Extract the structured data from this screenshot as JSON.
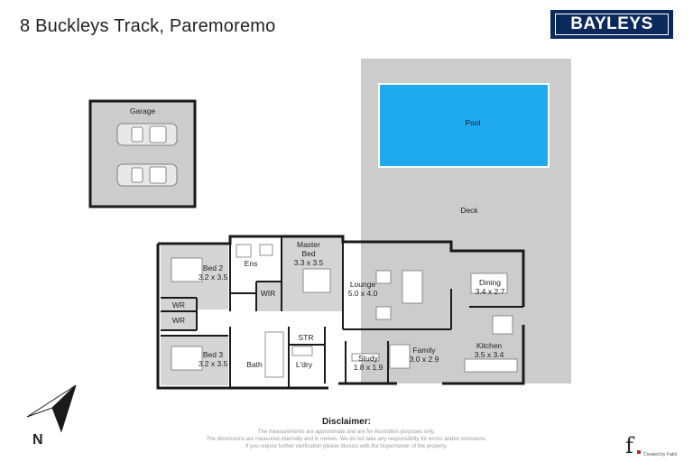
{
  "header": {
    "title": "8 Buckleys Track, Paremoremo",
    "brand": "BAYLEYS",
    "brand_color": "#0b2a5b"
  },
  "rooms": {
    "garage": "Garage",
    "pool": "Pool",
    "deck": "Deck",
    "master_name": "Master",
    "master_name2": "Bed",
    "master_size": "3.3 x 3.5",
    "ens": "Ens",
    "wir_master": "WIR",
    "bed2_name": "Bed 2",
    "bed2_size": "3.2 x 3.5",
    "wr1": "WR",
    "wr2": "WR",
    "bed3_name": "Bed 3",
    "bed3_size": "3.2 x 3.5",
    "bath": "Bath",
    "str": "STR",
    "ldry": "L'dry",
    "lounge_name": "Lounge",
    "lounge_size": "5.0 x 4.0",
    "dining_name": "Dining",
    "dining_size": "3.4 x 2.7",
    "study_name": "Study",
    "study_size": "1.8 x 1.9",
    "family_name": "Family",
    "family_size": "3.0 x 2.9",
    "kitchen_name": "Kitchen",
    "kitchen_size": "3.5 x 3.4"
  },
  "compass": {
    "label": "N"
  },
  "disclaimer": {
    "title": "Disclaimer:",
    "line1": "The measurements are approximate and are for illustration purposes only.",
    "line2": "The dimensions are measured internally and in metres. We do not take any responsibility for errors and/or omissions.",
    "line3": "If you require further verification please discuss with the buyer/owner of the property."
  },
  "credit": {
    "mark": "f",
    "text": "Created by Fabit"
  },
  "colors": {
    "pool": "#1fa9ef",
    "deck": "#cccccc",
    "carpet": "#d4d4d4",
    "wall": "#1a1a1a"
  }
}
